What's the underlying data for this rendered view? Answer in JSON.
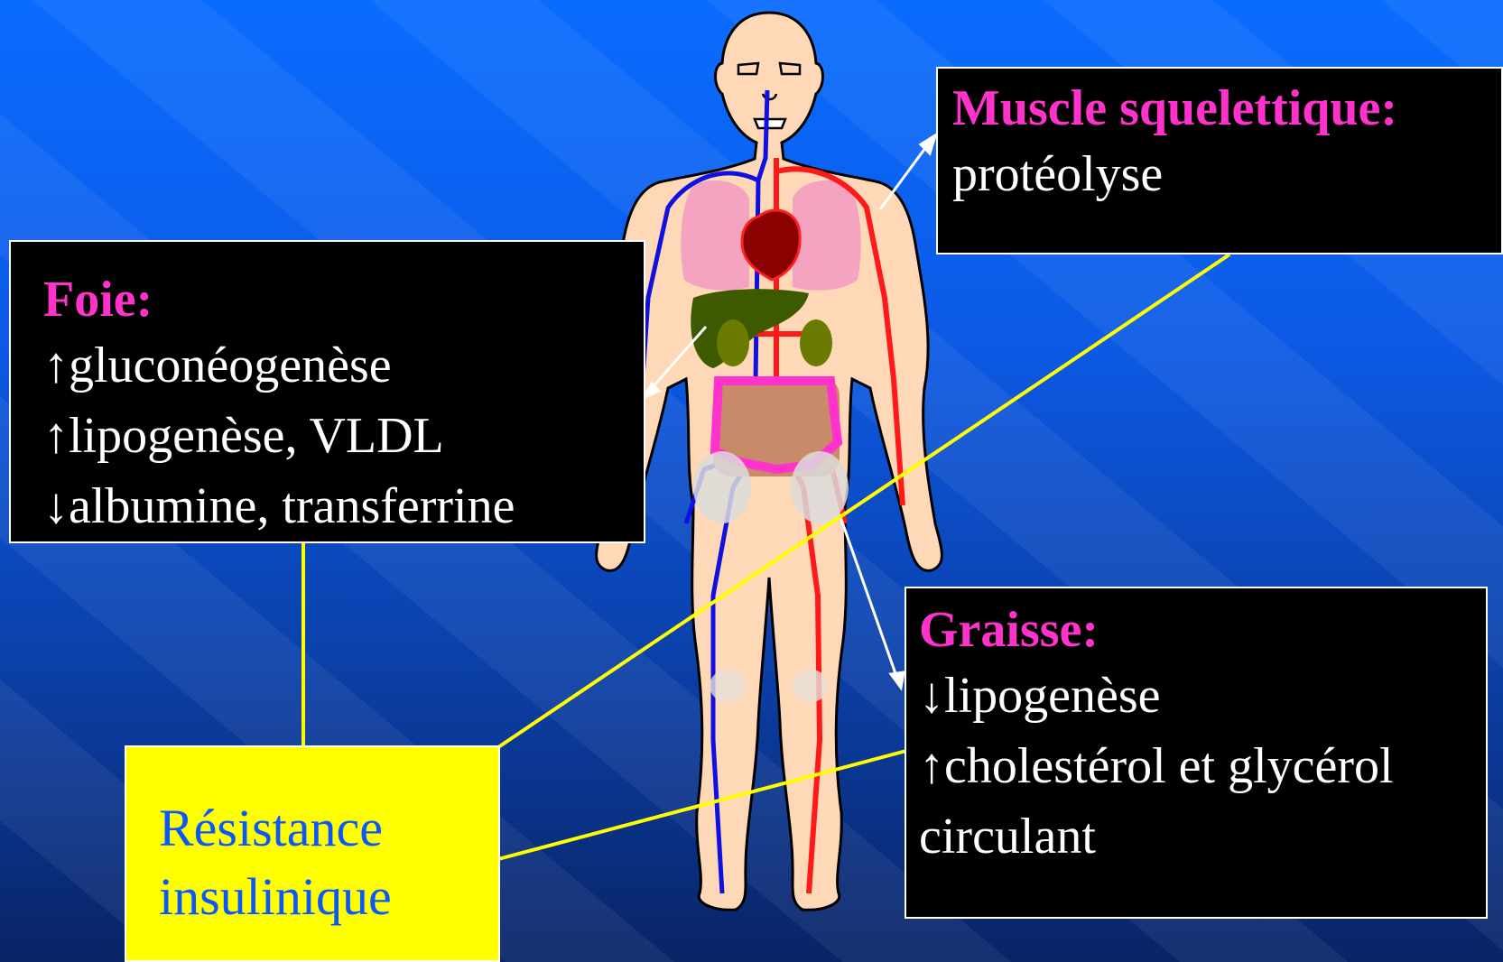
{
  "muscle": {
    "title": "Muscle squelettique:",
    "lines": [
      "protéolyse"
    ]
  },
  "foie": {
    "title": "Foie:",
    "lines": [
      "↑gluconéogenèse",
      "↑lipogenèse, VLDL",
      "↓albumine, transferrine"
    ]
  },
  "graisse": {
    "title": "Graisse:",
    "lines": [
      "↓lipogenèse",
      "↑cholestérol et glycérol",
      "circulant"
    ]
  },
  "resistance": {
    "lines": [
      "Résistance",
      "insulinique"
    ]
  },
  "colors": {
    "box_bg": "#000000",
    "title": "#ff33cc",
    "text": "#ffffff",
    "yellow_box": "#ffff00",
    "yellow_text": "#0b57ff",
    "connector": "#ffff00"
  }
}
